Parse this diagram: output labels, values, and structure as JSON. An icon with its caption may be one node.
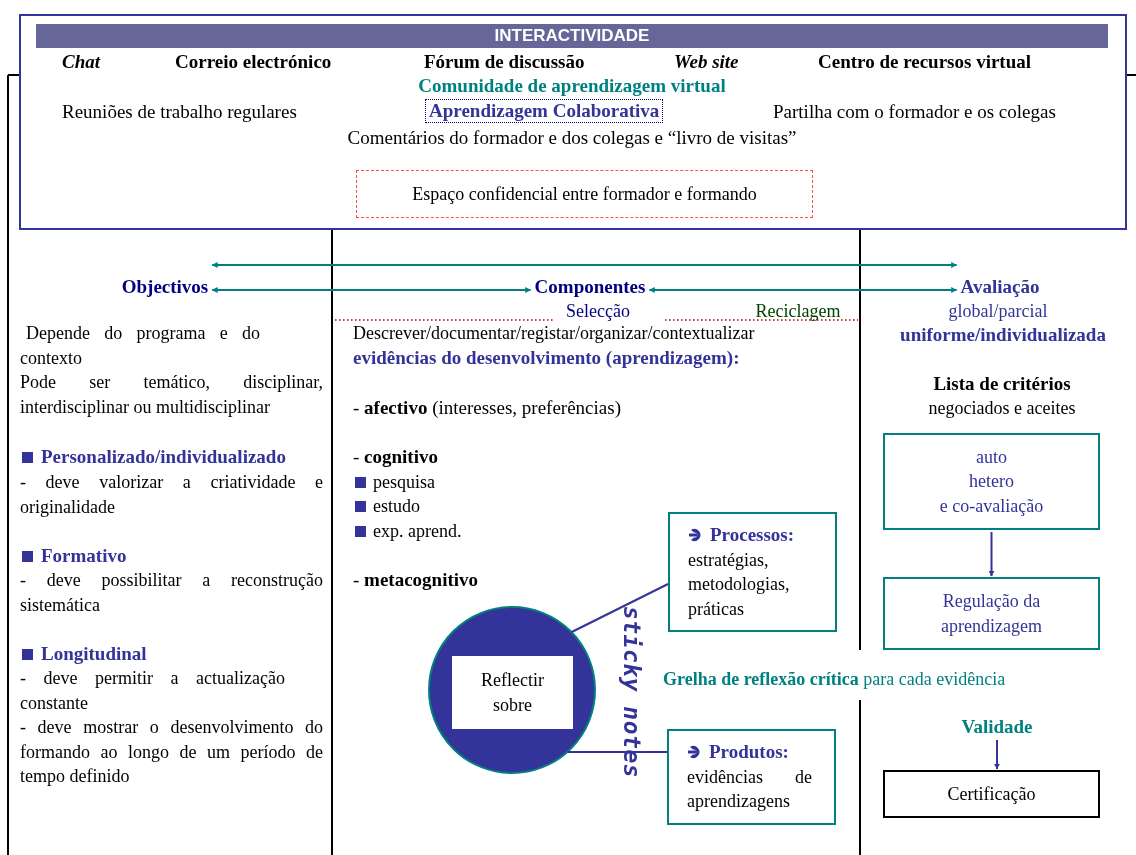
{
  "diagram": {
    "nodes": [
      {
        "text": [
          "Chat",
          "Correio electrónico",
          "Fórum de discussão",
          "Web site",
          "Centro de recursos virtual",
          "Comunidade de aprendizagem virtual",
          "Reuniões de trabalho regulares",
          "Partilha com o formador e os colegas",
          "Comentários do formador e dos colegas e “livro de visitas”"
        ]
      },
      {
        "text": [
          "INTERACTIVIDADE"
        ],
        "in": 0
      },
      {
        "text": [
          "Aprendizagem Colaborativa"
        ],
        "in": 0
      },
      {
        "text": [
          "Espaço confidencial entre formador e formando"
        ],
        "in": 0
      },
      {
        "text": [
          "Objectivos"
        ]
      },
      {
        "text": [
          "Componentes"
        ]
      },
      {
        "text": [
          "Avaliação"
        ]
      },
      {
        "text": [
          "Processos:",
          "estratégias, metodologias, práticas"
        ]
      },
      {
        "text": [],
        "shape": "circle"
      },
      {
        "text": [
          "Reflectir sobre"
        ],
        "in": 8
      },
      {
        "text": [
          "Produtos:",
          "evidências de aprendizagens"
        ]
      },
      {
        "text": [
          "auto",
          "hetero",
          "e co-avaliação"
        ]
      },
      {
        "text": [
          "Regulação da aprendizagem"
        ]
      },
      {
        "text": [
          "Validade"
        ]
      },
      {
        "text": [
          "Certificação"
        ]
      }
    ],
    "edges": [
      {
        "from": 4,
        "to": 6,
        "arrow": "both",
        "color": "#008080"
      },
      {
        "from": 4,
        "to": 5,
        "arrow": "both",
        "color": "#008080"
      },
      {
        "from": 5,
        "to": 6,
        "arrow": "both",
        "color": "#008080"
      },
      {
        "from": 8,
        "to": 7,
        "arrow": "none"
      },
      {
        "from": 8,
        "to": 10,
        "arrow": "none"
      },
      {
        "from": 11,
        "to": 12,
        "arrow": "to"
      },
      {
        "from": 13,
        "to": 14,
        "arrow": "to"
      }
    ],
    "labels": [
      "Selecção",
      "Reciclagem",
      "global/parcial",
      "uniforme/individualizada",
      "Depende do programa e do contexto",
      "Pode ser temático, disciplinar, interdisciplinar ou multidisciplinar",
      "Personalizado/individualizado",
      "- deve valorizar a criatividade e originalidade",
      "Formativo",
      "- deve possibilitar a reconstrução sistemática",
      "Longitudinal",
      "- deve permitir a actualização constante",
      "- deve mostrar o desenvolvimento do formando ao longo de um período de tempo definido",
      "Descrever/documentar/registar/organizar/contextualizar",
      "evidências do desenvolvimento (aprendizagem):",
      "- **afectivo** (interesses, preferências)",
      "- **cognitivo**",
      "pesquisa",
      "estudo",
      "exp. aprend.",
      "- **metacognitivo**",
      "Lista de critérios",
      "negociados e aceites",
      "sticky notes",
      "**Grelha de reflexão crítica** para cada evidência"
    ]
  }
}
